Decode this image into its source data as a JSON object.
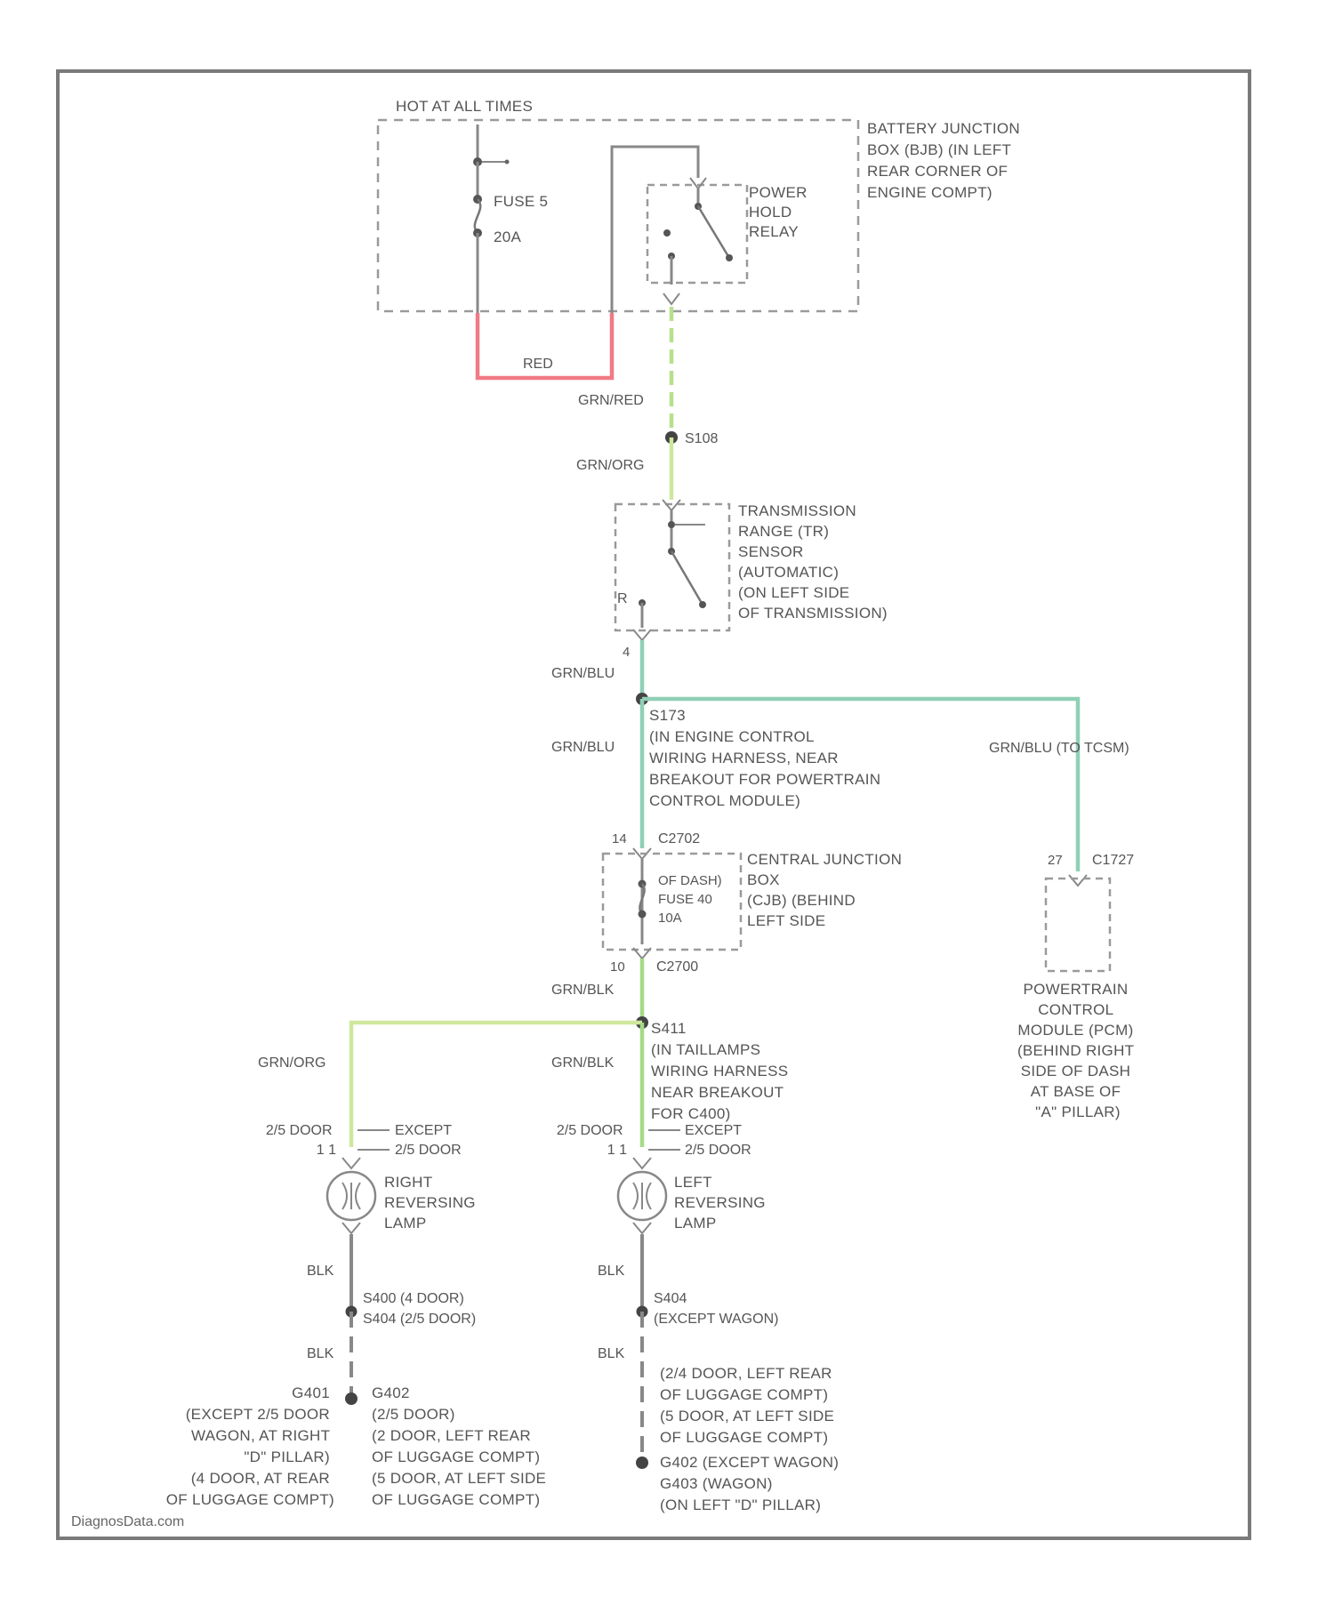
{
  "colors": {
    "red_wire": "#f07a86",
    "grn_red_wire": "#b7e08b",
    "grn_org_wire": "#cfe79d",
    "grn_blu_wire": "#8fd0b6",
    "grn_blk_wire": "#a5da86",
    "blk_wire": "#888888",
    "component_outline": "#9a9a9a",
    "frame": "#7a7a7a"
  },
  "credit": "DiagnosData.com",
  "labels": {
    "hot_at_all_times": "HOT AT ALL TIMES",
    "fuse5": "FUSE 5",
    "fuse5_amp": "20A",
    "bjb": [
      "BATTERY JUNCTION",
      "BOX (BJB) (IN LEFT",
      "REAR CORNER OF",
      "ENGINE COMPT)"
    ],
    "pwr_relay": [
      "POWER",
      "HOLD",
      "RELAY"
    ],
    "red": "RED",
    "grn_red": "GRN/RED",
    "s108": "S108",
    "grn_org1": "GRN/ORG",
    "tr_sensor": [
      "TRANSMISSION",
      "RANGE (TR)",
      "SENSOR",
      "(AUTOMATIC)",
      "(ON LEFT SIDE",
      "OF TRANSMISSION)"
    ],
    "tr_r": "R",
    "tr_pin": "4",
    "grn_blu1": "GRN/BLU",
    "s173": [
      "S173",
      "(IN ENGINE CONTROL",
      "WIRING HARNESS, NEAR",
      "BREAKOUT FOR POWERTRAIN",
      "CONTROL MODULE)"
    ],
    "grn_blu2": "GRN/BLU",
    "grn_blu_to_tcsm": "GRN/BLU  (TO TCSM)",
    "c2702": "C2702",
    "c2702_pin": "14",
    "cjb": [
      "CENTRAL JUNCTION",
      "BOX",
      "(CJB) (BEHIND",
      "LEFT SIDE"
    ],
    "cjb_fuse": [
      "OF DASH)",
      "FUSE 40",
      "10A"
    ],
    "c2700": "C2700",
    "c2700_pin": "10",
    "c1727": "C1727",
    "c1727_pin": "27",
    "pcm": [
      "POWERTRAIN",
      "CONTROL",
      "MODULE (PCM)",
      "(BEHIND RIGHT",
      "SIDE OF DASH",
      "AT BASE OF",
      "\"A\" PILLAR)"
    ],
    "grn_blk1": "GRN/BLK",
    "s411": [
      "S411",
      "(IN TAILLAMPS",
      "WIRING HARNESS",
      "NEAR BREAKOUT",
      "FOR C400)"
    ],
    "grn_org2": "GRN/ORG",
    "grn_blk2": "GRN/BLK",
    "door_left": [
      "2/5 DOOR",
      "1   1"
    ],
    "door_right": [
      "2/5 DOOR",
      "1   1"
    ],
    "except_left": [
      "EXCEPT",
      "2/5 DOOR"
    ],
    "except_right": [
      "EXCEPT",
      "2/5 DOOR"
    ],
    "right_lamp": [
      "RIGHT",
      "REVERSING",
      "LAMP"
    ],
    "left_lamp": [
      "LEFT",
      "REVERSING",
      "LAMP"
    ],
    "blk1": "BLK",
    "blk2": "BLK",
    "blk3": "BLK",
    "blk4": "BLK",
    "s400_left": [
      "S400    (4 DOOR)",
      "S404    (2/5 DOOR)"
    ],
    "s404_right": [
      "S404",
      "(EXCEPT WAGON)"
    ],
    "g401": [
      "G401",
      "(EXCEPT 2/5 DOOR",
      "WAGON, AT RIGHT",
      "\"D\" PILLAR)",
      "(4 DOOR, AT REAR",
      "OF LUGGAGE COMPT)"
    ],
    "g402": [
      "G402",
      "(2/5 DOOR)",
      "(2 DOOR, LEFT REAR",
      "OF LUGGAGE COMPT)",
      "(5 DOOR, AT LEFT SIDE",
      "OF LUGGAGE COMPT)"
    ],
    "ground_right": [
      "(2/4 DOOR, LEFT REAR",
      "OF LUGGAGE COMPT)",
      "(5 DOOR, AT LEFT SIDE",
      "OF LUGGAGE COMPT)"
    ],
    "g402_g403": [
      "G402    (EXCEPT WAGON)",
      "G403    (WAGON)",
      "(ON LEFT \"D\" PILLAR)"
    ]
  }
}
